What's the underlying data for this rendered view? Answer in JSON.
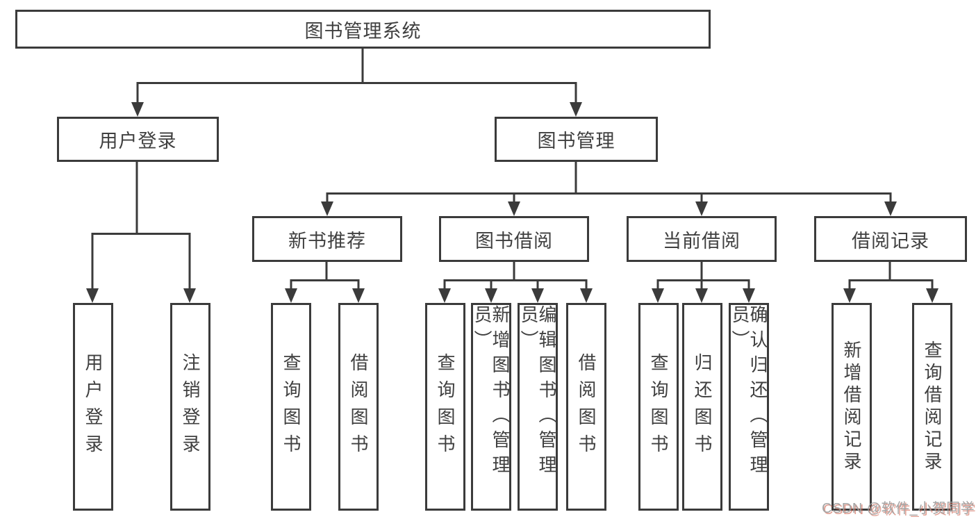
{
  "diagram": {
    "type": "hierarchy-tree",
    "title": "图书管理系统",
    "tree": {
      "label": "图书管理系统",
      "children": [
        {
          "label": "用户登录",
          "children": [
            {
              "label": "用户登录"
            },
            {
              "label": "注销登录"
            }
          ]
        },
        {
          "label": "图书管理",
          "children": [
            {
              "label": "新书推荐",
              "children": [
                {
                  "label": "查询图书"
                },
                {
                  "label": "借阅图书"
                }
              ]
            },
            {
              "label": "图书借阅",
              "children": [
                {
                  "label": "查询图书"
                },
                {
                  "label": "新增图书（管理员）"
                },
                {
                  "label": "编辑图书（管理员）"
                },
                {
                  "label": "借阅图书"
                }
              ]
            },
            {
              "label": "当前借阅",
              "children": [
                {
                  "label": "查询图书"
                },
                {
                  "label": "归还图书"
                },
                {
                  "label": "确认归还（管理员）"
                }
              ]
            },
            {
              "label": "借阅记录",
              "children": [
                {
                  "label": "新增借阅记录"
                },
                {
                  "label": "查询借阅记录"
                }
              ]
            }
          ]
        }
      ]
    }
  },
  "watermark": {
    "text": "CSDN @软件_小贺同学"
  },
  "colors": {
    "line": "#3b3b3b",
    "box_border": "#3b3b3b",
    "text": "#3f3f3f",
    "background": "#ffffff",
    "watermark_text": "#9e9e9e",
    "watermark_shadow": "#cd5f4b"
  }
}
